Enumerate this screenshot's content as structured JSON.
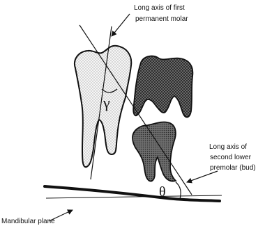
{
  "labels": {
    "molar_axis_line1": "Long axis of first",
    "molar_axis_line2": "permanent molar",
    "premolar_axis_line1": "Long axis of",
    "premolar_axis_line2": "second lower",
    "premolar_axis_line3": "premolar (bud)",
    "mandibular_plane": "Mandibular plane",
    "gamma": "γ",
    "theta": "θ"
  }
}
